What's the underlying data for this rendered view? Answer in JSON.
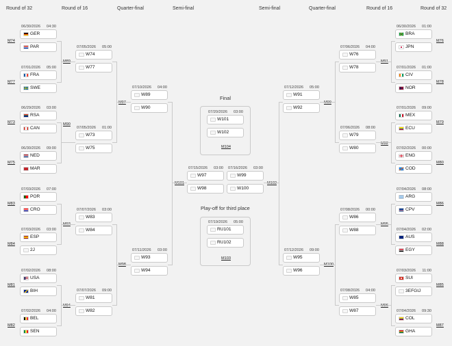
{
  "headers": {
    "r32_left": "Round of 32",
    "r16_left": "Round of 16",
    "qf_left": "Quarter-final",
    "sf_left": "Semi-final",
    "sf_right": "Semi-final",
    "qf_right": "Quarter-final",
    "r16_right": "Round of 16",
    "r32_right": "Round of 32"
  },
  "center": {
    "final_title": "Final",
    "third_title": "Play-off for third place"
  },
  "matches": [
    {
      "id": "m74",
      "date": "06/30/2026",
      "time": "04:30",
      "home": "GER",
      "away": "PAR",
      "label": "M74",
      "home_flag": "flag-de",
      "away_flag": "flag-py"
    },
    {
      "id": "m77",
      "date": "07/01/2026",
      "time": "05:00",
      "home": "FRA",
      "away": "SWE",
      "label": "M77",
      "home_flag": "flag-fr",
      "away_flag": "flag-se"
    },
    {
      "id": "m73",
      "date": "06/29/2026",
      "time": "03:00",
      "home": "RSA",
      "away": "CAN",
      "label": "M73",
      "home_flag": "flag-za",
      "away_flag": "flag-ca"
    },
    {
      "id": "m75",
      "date": "06/30/2026",
      "time": "09:00",
      "home": "NED",
      "away": "MAR",
      "label": "M75",
      "home_flag": "flag-nl",
      "away_flag": "flag-ma"
    },
    {
      "id": "m83",
      "date": "07/03/2026",
      "time": "07:00",
      "home": "POR",
      "away": "CRO",
      "label": "M83",
      "home_flag": "flag-pt",
      "away_flag": "flag-hr"
    },
    {
      "id": "m84",
      "date": "07/03/2026",
      "time": "03:00",
      "home": "ESP",
      "away": "2J",
      "label": "M84",
      "home_flag": "flag-es",
      "away_flag": "flag-none"
    },
    {
      "id": "m81",
      "date": "07/02/2026",
      "time": "08:00",
      "home": "USA",
      "away": "BIH",
      "label": "M81",
      "home_flag": "flag-us",
      "away_flag": "flag-ba"
    },
    {
      "id": "m82",
      "date": "07/02/2026",
      "time": "04:00",
      "home": "BEL",
      "away": "SEN",
      "label": "M82",
      "home_flag": "flag-be",
      "away_flag": "flag-sn"
    },
    {
      "id": "m89",
      "date": "07/05/2026",
      "time": "05:00",
      "home": "W74",
      "away": "W77",
      "label": "M89"
    },
    {
      "id": "m90",
      "date": "07/05/2026",
      "time": "01:00",
      "home": "W73",
      "away": "W75",
      "label": "M90"
    },
    {
      "id": "m93",
      "date": "07/07/2026",
      "time": "03:00",
      "home": "W83",
      "away": "W84",
      "label": "M93"
    },
    {
      "id": "m94",
      "date": "07/07/2026",
      "time": "09:00",
      "home": "W81",
      "away": "W82",
      "label": "M94"
    },
    {
      "id": "m97",
      "date": "07/10/2026",
      "time": "04:00",
      "home": "W89",
      "away": "W90",
      "label": "M97"
    },
    {
      "id": "m98",
      "date": "07/11/2026",
      "time": "03:00",
      "home": "W93",
      "away": "W94",
      "label": "M98"
    },
    {
      "id": "m101",
      "date": "07/15/2026",
      "time": "03:00",
      "home": "W97",
      "away": "W98",
      "label": "M101"
    },
    {
      "id": "m104",
      "date": "07/20/2026",
      "time": "03:00",
      "home": "W101",
      "away": "W102",
      "label": "M104"
    },
    {
      "id": "m103",
      "date": "07/19/2026",
      "time": "05:00",
      "home": "RU101",
      "away": "RU102",
      "label": "M103"
    },
    {
      "id": "m102",
      "date": "07/16/2026",
      "time": "03:00",
      "home": "W99",
      "away": "W100",
      "label": "M102"
    },
    {
      "id": "m99",
      "date": "07/12/2026",
      "time": "05:00",
      "home": "W91",
      "away": "W92",
      "label": "M99"
    },
    {
      "id": "m100",
      "date": "07/12/2026",
      "time": "09:00",
      "home": "W95",
      "away": "W96",
      "label": "M100"
    },
    {
      "id": "m91",
      "date": "07/06/2026",
      "time": "04:00",
      "home": "W76",
      "away": "W78",
      "label": "M91"
    },
    {
      "id": "m92",
      "date": "07/06/2026",
      "time": "08:00",
      "home": "W79",
      "away": "W80",
      "label": "M92"
    },
    {
      "id": "m95",
      "date": "07/08/2026",
      "time": "00:00",
      "home": "W86",
      "away": "W88",
      "label": "M95"
    },
    {
      "id": "m96",
      "date": "07/08/2026",
      "time": "04:00",
      "home": "W85",
      "away": "W87",
      "label": "M96"
    },
    {
      "id": "m76",
      "date": "06/30/2026",
      "time": "01:00",
      "home": "BRA",
      "away": "JPN",
      "label": "M76",
      "home_flag": "flag-br",
      "away_flag": "flag-jp"
    },
    {
      "id": "m78",
      "date": "07/01/2026",
      "time": "01:00",
      "home": "CIV",
      "away": "NOR",
      "label": "M78",
      "home_flag": "flag-ci",
      "away_flag": "flag-no"
    },
    {
      "id": "m79",
      "date": "07/01/2026",
      "time": "09:00",
      "home": "MEX",
      "away": "ECU",
      "label": "M79",
      "home_flag": "flag-mx",
      "away_flag": "flag-ec"
    },
    {
      "id": "m80",
      "date": "07/02/2026",
      "time": "00:00",
      "home": "ENG",
      "away": "COD",
      "label": "M80",
      "home_flag": "flag-en",
      "away_flag": "flag-cd"
    },
    {
      "id": "m86",
      "date": "07/04/2026",
      "time": "08:00",
      "home": "ARG",
      "away": "CPV",
      "label": "M86",
      "home_flag": "flag-ar",
      "away_flag": "flag-cv"
    },
    {
      "id": "m88",
      "date": "07/04/2026",
      "time": "02:00",
      "home": "AUS",
      "away": "EGY",
      "label": "M88",
      "home_flag": "flag-au",
      "away_flag": "flag-eg"
    },
    {
      "id": "m85",
      "date": "07/03/2026",
      "time": "11:00",
      "home": "SUI",
      "away": "3EFGIJ",
      "label": "M85",
      "home_flag": "flag-ch",
      "away_flag": "flag-none"
    },
    {
      "id": "m87",
      "date": "07/04/2026",
      "time": "09:30",
      "home": "COL",
      "away": "GHA",
      "label": "M87",
      "home_flag": "flag-co",
      "away_flag": "flag-gh"
    }
  ]
}
